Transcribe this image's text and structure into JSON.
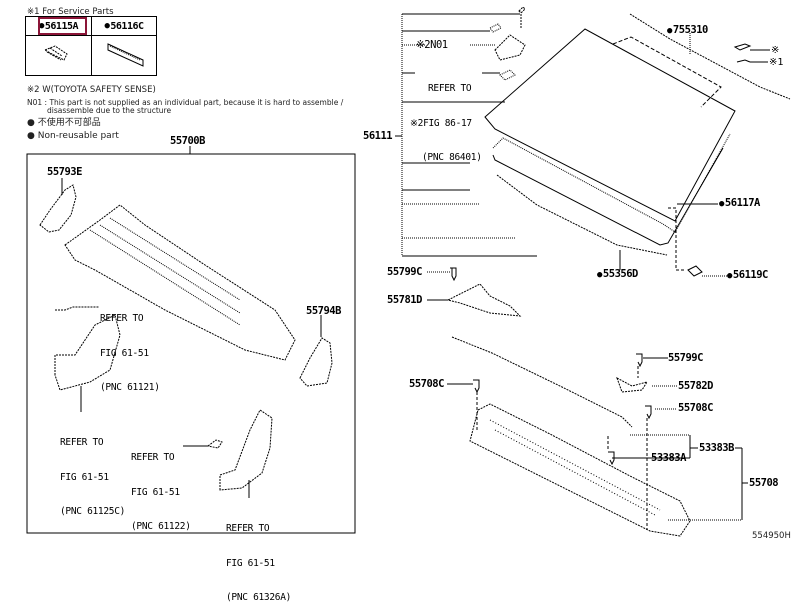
{
  "diagram": {
    "id_code": "554950H",
    "highlight_color": "#8b1538",
    "service_parts": {
      "title": "※1  For Service Parts",
      "items": [
        {
          "part_no": "56115A",
          "highlighted": true
        },
        {
          "part_no": "56116C",
          "highlighted": false
        }
      ]
    },
    "notes": {
      "note2": "※2  W(TOYOTA SAFETY SENSE)",
      "n01_line1": "N01 :  This part is not supplied as an individual part, because it is hard to assemble /",
      "n01_line2": "disassemble due to the structure",
      "legend_jp": "不使用不可部品",
      "legend_en": "Non-reusable part"
    },
    "left_group": {
      "assembly": "55700B",
      "labels": {
        "p55793E": "55793E",
        "p55794B": "55794B"
      },
      "refs": [
        {
          "line1": "REFER TO",
          "line2": "FIG 61-51",
          "line3": "(PNC 61121)"
        },
        {
          "line1": "REFER TO",
          "line2": "FIG 61-51",
          "line3": "(PNC 61125C)"
        },
        {
          "line1": "REFER TO",
          "line2": "FIG 61-51",
          "line3": "(PNC 61122)"
        },
        {
          "line1": "REFER TO",
          "line2": "FIG 61-51",
          "line3": "(PNC 61326A)"
        }
      ]
    },
    "right_group": {
      "glass": "56111",
      "n01": "※2N01",
      "ref_sensor": {
        "line1": "REFER TO",
        "line2": "※2FIG 86-17",
        "line3": "(PNC 86401)"
      },
      "p755310": "755310",
      "mark1": "※",
      "mark2": "※1",
      "p56117A": "56117A",
      "p55356D": "55356D",
      "p56119C": "56119C",
      "p55799C_a": "55799C",
      "p55781D": "55781D",
      "p55799C_b": "55799C",
      "p55708C_a": "55708C",
      "p55782D": "55782D",
      "p55708C_b": "55708C",
      "p53383A": "53383A",
      "p53383B": "53383B",
      "p55708": "55708"
    }
  }
}
